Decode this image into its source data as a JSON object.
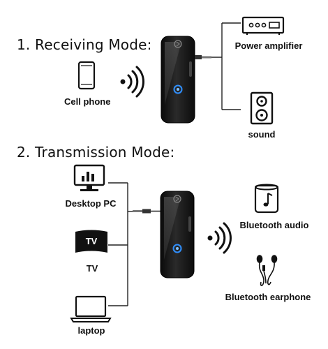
{
  "receiving": {
    "heading": "1. Receiving Mode:",
    "cell_phone_label": "Cell phone",
    "amplifier_label": "Power amplifier",
    "sound_label": "sound"
  },
  "transmission": {
    "heading": "2. Transmission Mode:",
    "desktop_label": "Desktop PC",
    "tv_screen_text": "TV",
    "tv_label": "TV",
    "laptop_label": "laptop",
    "bt_audio_label": "Bluetooth audio",
    "bt_earphone_label": "Bluetooth earphone"
  },
  "colors": {
    "device_body": "#1a1a1a",
    "indicator_led": "#2f8fff",
    "line": "#222222"
  }
}
